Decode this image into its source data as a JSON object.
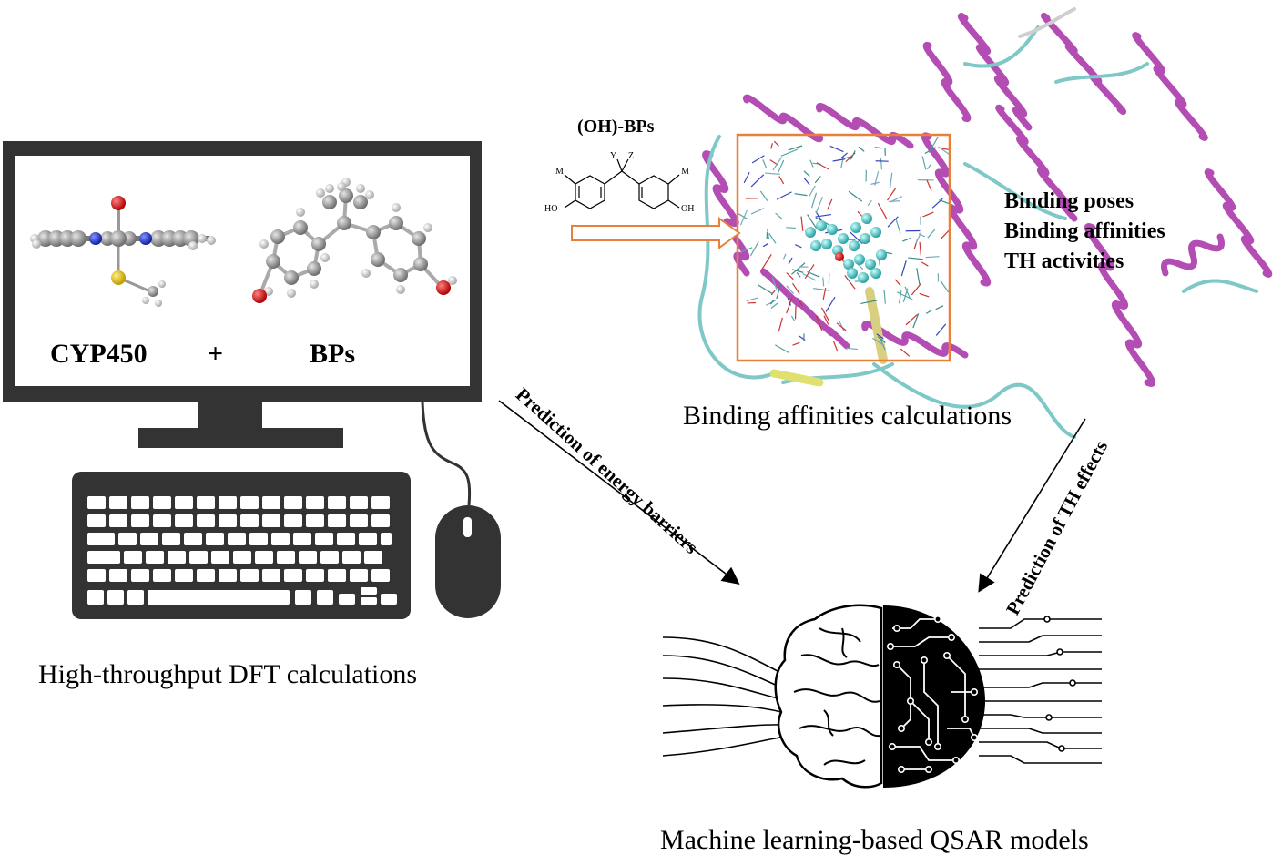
{
  "computer": {
    "screen_labels": {
      "left": "CYP450",
      "plus": "+",
      "right": "BPs"
    },
    "caption": "High-throughput DFT calculations"
  },
  "docking": {
    "ligand_title": "(OH)-BPs",
    "structure_labels": {
      "m_left": "M",
      "m_right": "M",
      "ho_left": "HO",
      "oh_right": "OH",
      "y": "Y",
      "z": "Z"
    },
    "properties": [
      "Binding poses",
      "Binding affinities",
      "TH activities"
    ],
    "caption": "Binding affinities calculations",
    "box_color": "#E8803A",
    "helix_color": "#B34DB3",
    "coil_color": "#7FC8C8"
  },
  "arrows": {
    "energy": "Prediction of energy barriers",
    "th": "Prediction of TH effects"
  },
  "ml": {
    "caption": "Machine learning-based QSAR models"
  },
  "colors": {
    "device": "#333333",
    "oxygen": "#D01010",
    "nitrogen": "#2030C8",
    "sulfur": "#E0C020",
    "carbon": "#8A8A8A",
    "hydrogen": "#E8E8E8"
  }
}
